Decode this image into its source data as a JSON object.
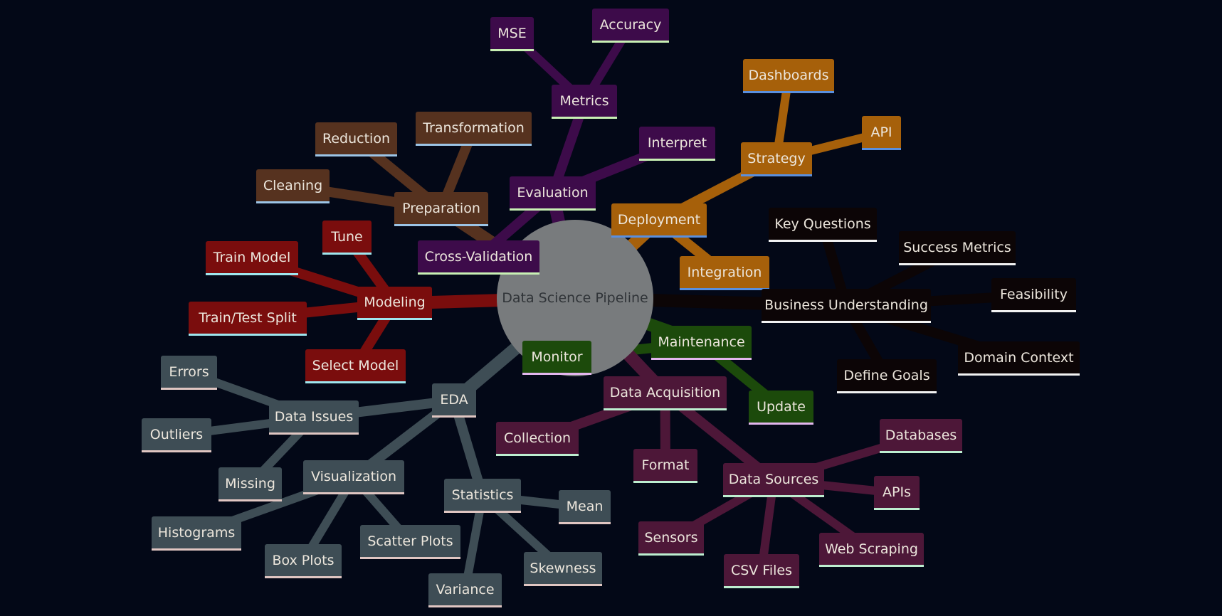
{
  "root": {
    "id": "root",
    "label": "Data Science Pipeline",
    "color": "#787b7d"
  },
  "branches": [
    {
      "id": "modeling",
      "label": "Modeling",
      "color": "#7a0d0d",
      "underline": "#9fe6ee",
      "children": [
        {
          "id": "train-model",
          "label": "Train Model"
        },
        {
          "id": "tune",
          "label": "Tune"
        },
        {
          "id": "train-test-split",
          "label": "Train/Test Split"
        },
        {
          "id": "select-model",
          "label": "Select Model"
        }
      ]
    },
    {
      "id": "preparation",
      "label": "Preparation",
      "color": "#56321f",
      "underline": "#9cc4e6",
      "children": [
        {
          "id": "reduction",
          "label": "Reduction"
        },
        {
          "id": "transformation",
          "label": "Transformation"
        },
        {
          "id": "cleaning",
          "label": "Cleaning"
        }
      ]
    },
    {
      "id": "evaluation",
      "label": "Evaluation",
      "color": "#3d0b4a",
      "underline": "#c8f0b4",
      "children": [
        {
          "id": "metrics",
          "label": "Metrics",
          "children": [
            {
              "id": "mse",
              "label": "MSE"
            },
            {
              "id": "accuracy",
              "label": "Accuracy"
            }
          ]
        },
        {
          "id": "interpret",
          "label": "Interpret"
        },
        {
          "id": "cross-validation",
          "label": "Cross-Validation"
        }
      ]
    },
    {
      "id": "deployment",
      "label": "Deployment",
      "color": "#a6600a",
      "underline": "#5a8fde",
      "children": [
        {
          "id": "strategy",
          "label": "Strategy",
          "children": [
            {
              "id": "dashboards",
              "label": "Dashboards"
            },
            {
              "id": "api",
              "label": "API"
            }
          ]
        },
        {
          "id": "integration",
          "label": "Integration"
        }
      ]
    },
    {
      "id": "business",
      "label": "Business Understanding",
      "color": "#0c0506",
      "underline": "#f2f2f2",
      "children": [
        {
          "id": "key-questions",
          "label": "Key Questions"
        },
        {
          "id": "success-metrics",
          "label": "Success Metrics"
        },
        {
          "id": "feasibility",
          "label": "Feasibility"
        },
        {
          "id": "domain-context",
          "label": "Domain Context"
        },
        {
          "id": "define-goals",
          "label": "Define Goals"
        }
      ]
    },
    {
      "id": "maintenance",
      "label": "Maintenance",
      "color": "#1c4a0b",
      "underline": "#e2b6ee",
      "children": [
        {
          "id": "monitor",
          "label": "Monitor"
        },
        {
          "id": "update",
          "label": "Update"
        }
      ]
    },
    {
      "id": "acquisition",
      "label": "Data Acquisition",
      "color": "#4d1738",
      "underline": "#bdeed0",
      "children": [
        {
          "id": "collection",
          "label": "Collection"
        },
        {
          "id": "format",
          "label": "Format"
        },
        {
          "id": "data-sources",
          "label": "Data Sources",
          "children": [
            {
              "id": "databases",
              "label": "Databases"
            },
            {
              "id": "apis",
              "label": "APIs"
            },
            {
              "id": "web-scraping",
              "label": "Web Scraping"
            },
            {
              "id": "csv-files",
              "label": "CSV Files"
            },
            {
              "id": "sensors",
              "label": "Sensors"
            }
          ]
        }
      ]
    },
    {
      "id": "eda",
      "label": "EDA",
      "color": "#3e4d55",
      "underline": "#e0c6c2",
      "children": [
        {
          "id": "data-issues",
          "label": "Data Issues",
          "children": [
            {
              "id": "errors",
              "label": "Errors"
            },
            {
              "id": "outliers",
              "label": "Outliers"
            },
            {
              "id": "missing",
              "label": "Missing"
            }
          ]
        },
        {
          "id": "visualization",
          "label": "Visualization",
          "children": [
            {
              "id": "histograms",
              "label": "Histograms"
            },
            {
              "id": "box-plots",
              "label": "Box Plots"
            },
            {
              "id": "scatter-plots",
              "label": "Scatter Plots"
            }
          ]
        },
        {
          "id": "statistics",
          "label": "Statistics",
          "children": [
            {
              "id": "mean",
              "label": "Mean"
            },
            {
              "id": "skewness",
              "label": "Skewness"
            },
            {
              "id": "variance",
              "label": "Variance"
            }
          ]
        }
      ]
    }
  ]
}
